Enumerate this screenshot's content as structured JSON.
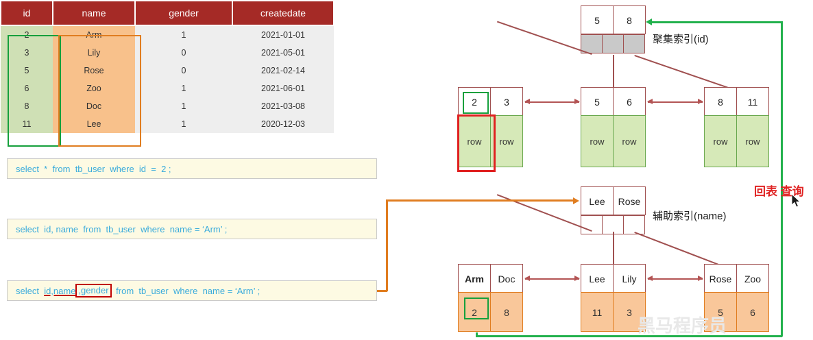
{
  "table": {
    "columns": [
      "id",
      "name",
      "gender",
      "createdate"
    ],
    "rows": [
      {
        "id": "2",
        "name": "Arm",
        "gender": "1",
        "createdate": "2021-01-01"
      },
      {
        "id": "3",
        "name": "Lily",
        "gender": "0",
        "createdate": "2021-05-01"
      },
      {
        "id": "5",
        "name": "Rose",
        "gender": "0",
        "createdate": "2021-02-14"
      },
      {
        "id": "6",
        "name": "Zoo",
        "gender": "1",
        "createdate": "2021-06-01"
      },
      {
        "id": "8",
        "name": "Doc",
        "gender": "1",
        "createdate": "2021-03-08"
      },
      {
        "id": "11",
        "name": "Lee",
        "gender": "1",
        "createdate": "2020-12-03"
      }
    ],
    "header_color": "#a52a26",
    "id_column_color": "#cfe0b5",
    "name_column_color": "#f8c18b",
    "id_highlight_color": "#15a03c",
    "name_highlight_color": "#e07d20"
  },
  "sql": {
    "q1": "select  *  from  tb_user  where  id  =  2 ;",
    "q2": "select  id, name  from  tb_user  where  name = ‘Arm’ ;",
    "q3_prefix": "select  ",
    "q3_underlined": "id,name",
    "q3_boxed": ",gender",
    "q3_suffix": " from  tb_user  where  name = ‘Arm’ ;",
    "text_color": "#3aabdc",
    "box_background": "#fdfae3"
  },
  "clustered_index": {
    "label": "聚集索引(id)",
    "root": {
      "keys": [
        "5",
        "8"
      ],
      "pointers": 3
    },
    "leaves": [
      {
        "keys": [
          "2",
          "3"
        ],
        "values": [
          "row",
          "row"
        ]
      },
      {
        "keys": [
          "5",
          "6"
        ],
        "values": [
          "row",
          "row"
        ]
      },
      {
        "keys": [
          "8",
          "11"
        ],
        "values": [
          "row",
          "row"
        ]
      }
    ],
    "value_color": "#d6e9b8",
    "highlight_key": "2",
    "highlight_value": "row"
  },
  "secondary_index": {
    "label": "辅助索引(name)",
    "root": {
      "keys": [
        "Lee",
        "Rose"
      ],
      "pointers": 3
    },
    "leaves": [
      {
        "keys": [
          "Arm",
          "Doc"
        ],
        "values": [
          "2",
          "8"
        ],
        "bold_key": "Arm"
      },
      {
        "keys": [
          "Lee",
          "Lily"
        ],
        "values": [
          "11",
          "3"
        ],
        "bold_key": ""
      },
      {
        "keys": [
          "Rose",
          "Zoo"
        ],
        "values": [
          "5",
          "6"
        ],
        "bold_key": ""
      }
    ],
    "value_color": "#f9c79a",
    "highlight_value": "2"
  },
  "annotation": {
    "lookup_label": "回表 查询",
    "lookup_color": "#e02424",
    "flow_color": "#22b14c",
    "query_flow_color": "#e07d20"
  },
  "watermark": "黑马程序员"
}
